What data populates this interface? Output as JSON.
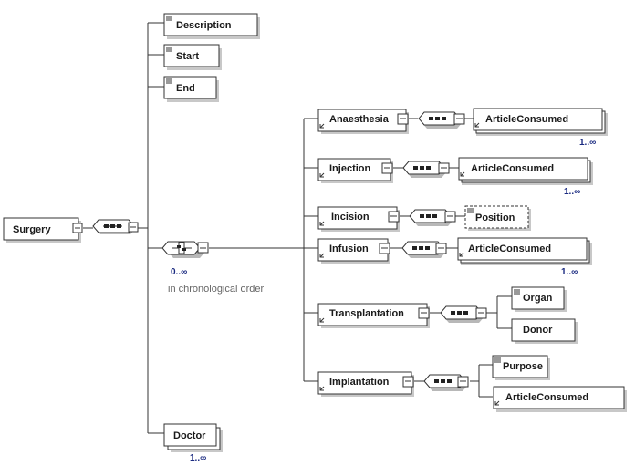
{
  "diagram": {
    "root": "Surgery",
    "top_elements": {
      "description": "Description",
      "start": "Start",
      "end": "End",
      "doctor": "Doctor",
      "doctor_cardinality": "1..∞"
    },
    "choice": {
      "cardinality": "0..∞",
      "annotation": "in chronological order"
    },
    "branches": {
      "anaesthesia": {
        "label": "Anaesthesia",
        "child": "ArticleConsumed",
        "cardinality": "1..∞"
      },
      "injection": {
        "label": "Injection",
        "child": "ArticleConsumed",
        "cardinality": "1..∞"
      },
      "incision": {
        "label": "Incision",
        "child": "Position"
      },
      "infusion": {
        "label": "Infusion",
        "child": "ArticleConsumed",
        "cardinality": "1..∞"
      },
      "transplantation": {
        "label": "Transplantation",
        "child_a": "Organ",
        "child_b": "Donor"
      },
      "implantation": {
        "label": "Implantation",
        "child_a": "Purpose",
        "child_b": "ArticleConsumed"
      }
    }
  }
}
